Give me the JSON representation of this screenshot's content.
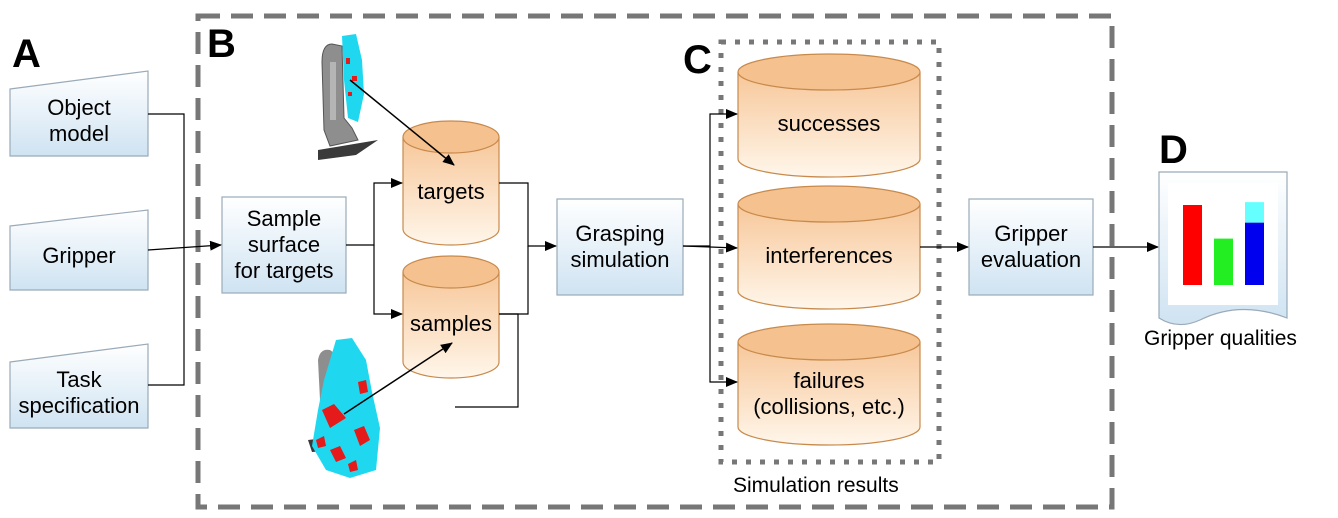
{
  "sections": {
    "a": "A",
    "b": "B",
    "c": "C",
    "d": "D"
  },
  "inputs": [
    {
      "label": "Object\nmodel"
    },
    {
      "label": "Gripper"
    },
    {
      "label": "Task\nspecification"
    }
  ],
  "processes": {
    "sample": "Sample\nsurface\nfor targets",
    "grasping": "Grasping\nsimulation",
    "evaluation": "Gripper\nevaluation"
  },
  "stores": {
    "targets": "targets",
    "samples": "samples",
    "successes": "successes",
    "interferences": "interferences",
    "failures": "failures\n(collisions, etc.)"
  },
  "captions": {
    "simulation_results": "Simulation results",
    "gripper_qualities": "Gripper qualities"
  },
  "result_chart": {
    "bars": [
      {
        "value": 1.0,
        "color": "#ff0000"
      },
      {
        "value": 0.58,
        "color": "#22ee22"
      },
      {
        "value": 0.78,
        "secondary": 0.32,
        "color": "#0000ee",
        "secondary_color": "#66ffff"
      }
    ]
  },
  "colors": {
    "process_fill_top": "#ffffff",
    "process_fill_bottom": "#cfe3f2",
    "store_fill_top": "#f7c79a",
    "store_fill_bottom": "#fff6ea",
    "store_stroke": "#c88a4c",
    "dashed_frame": "#777777"
  }
}
